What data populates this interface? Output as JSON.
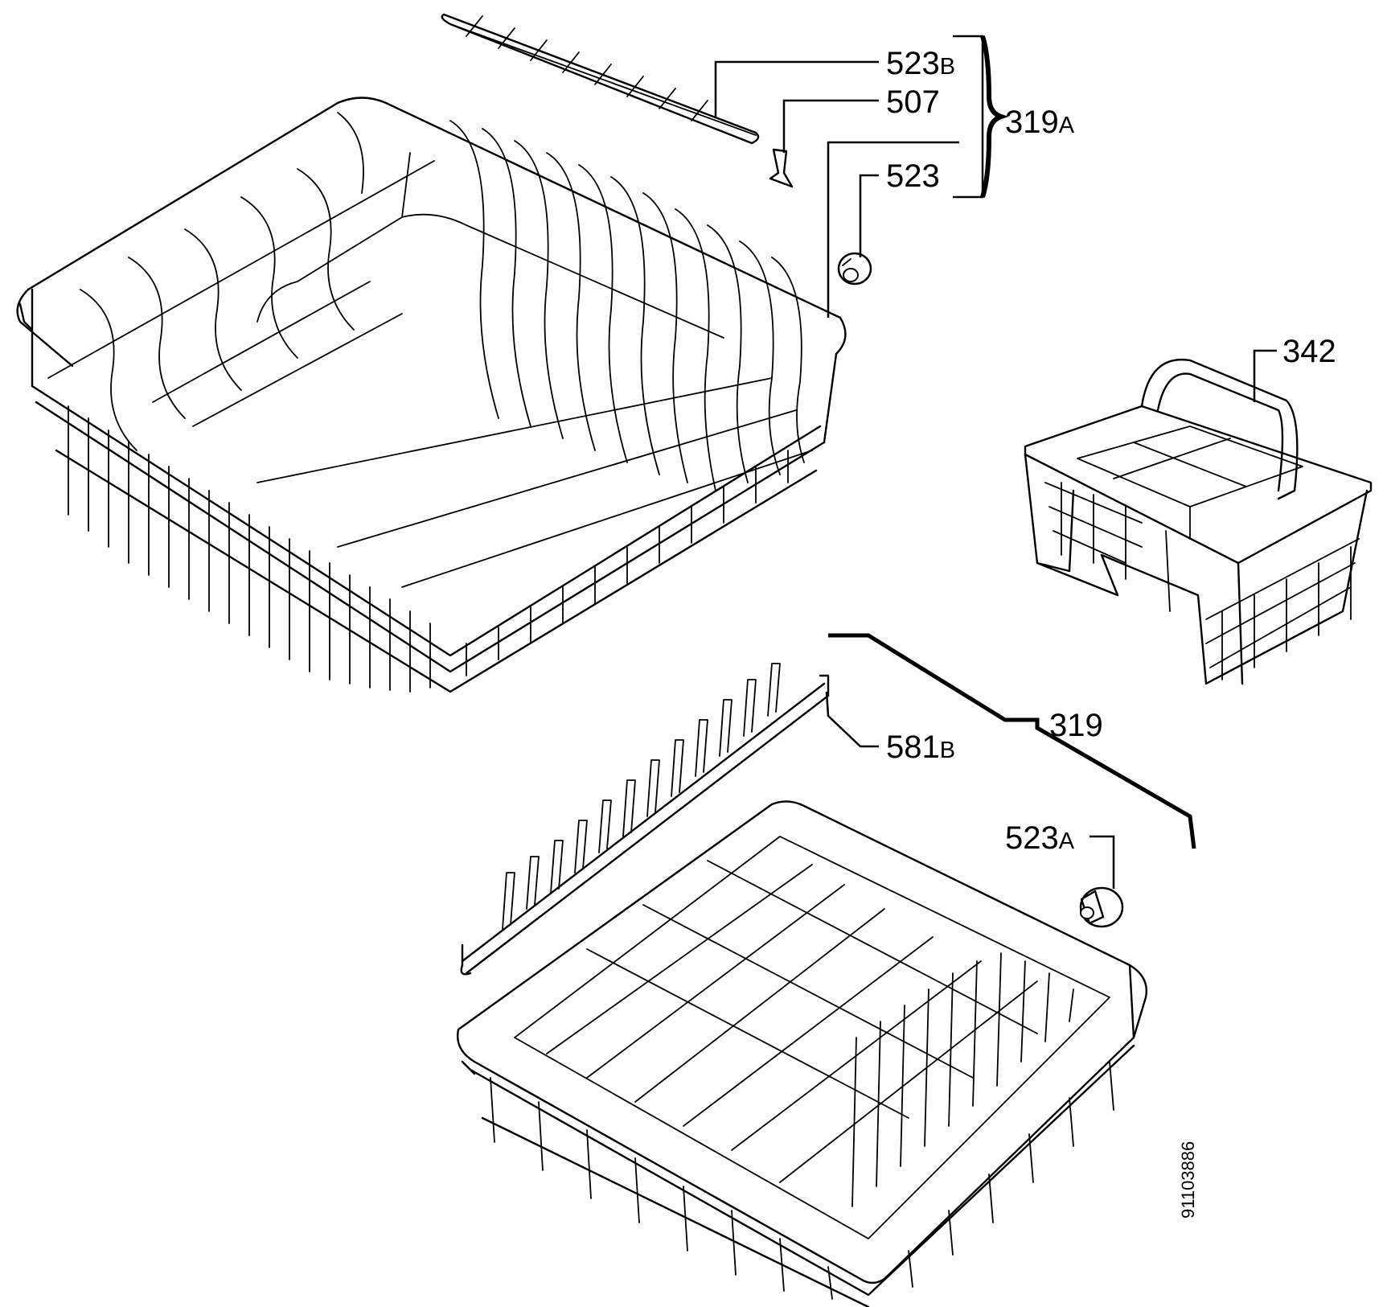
{
  "callouts": {
    "p523b": {
      "num": "523",
      "suffix": "B"
    },
    "p507": {
      "num": "507",
      "suffix": ""
    },
    "p319a": {
      "num": "319",
      "suffix": "A"
    },
    "p523": {
      "num": "523",
      "suffix": ""
    },
    "p342": {
      "num": "342",
      "suffix": ""
    },
    "p319": {
      "num": "319",
      "suffix": ""
    },
    "p581b": {
      "num": "581",
      "suffix": "B"
    },
    "p523a": {
      "num": "523",
      "suffix": "A"
    }
  },
  "document_id": "91103886",
  "colors": {
    "ink": "#000000",
    "paper": "#ffffff"
  }
}
